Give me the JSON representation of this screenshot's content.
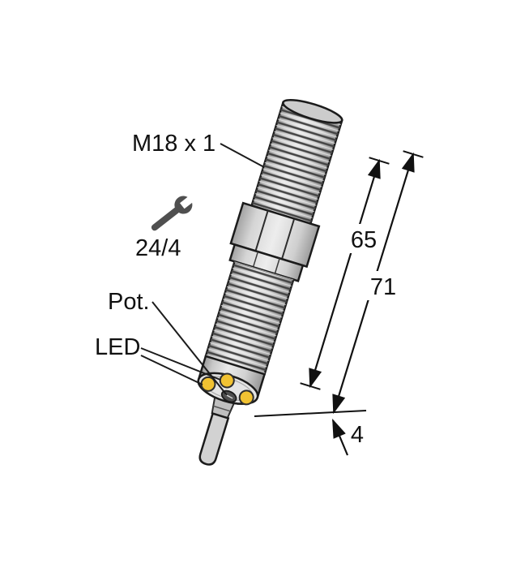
{
  "diagram": {
    "labels": {
      "thread_spec": "M18 x 1",
      "wrench_size": "24/4",
      "pot": "Pot.",
      "led": "LED"
    },
    "dimensions": {
      "barrel_length": "65",
      "overall_length": "71",
      "face_offset": "4"
    },
    "colors": {
      "outline": "#1b1b1b",
      "body_light": "#e9e9e9",
      "body_dark": "#9a9a9a",
      "led_yellow": "#f1c232",
      "pot_dark": "#4e4e4e",
      "wrench_gray": "#4f4f4f",
      "background": "#ffffff"
    },
    "icons": {
      "wrench": "wrench-icon"
    }
  }
}
